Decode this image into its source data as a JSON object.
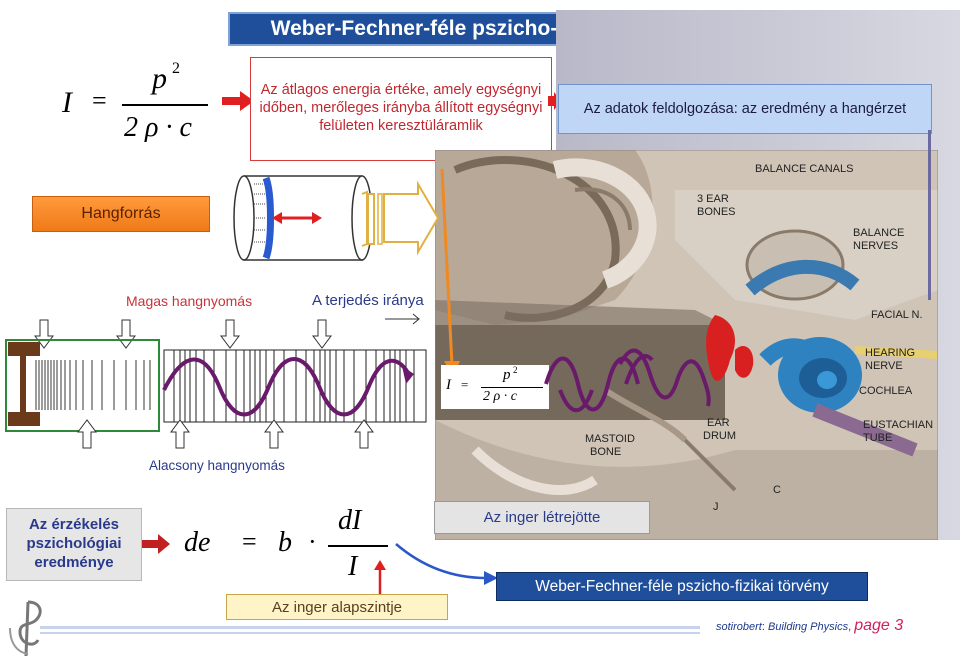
{
  "title": "Weber-Fechner-féle pszicho-fizikai törvény",
  "formula_top": {
    "lhs": "I",
    "eq": "=",
    "num": "p",
    "exp": "2",
    "den": "2 ρ · c"
  },
  "energy_box": "Az átlagos energia értéke, amely egységnyi időben, merőleges irányba állított egységnyi felületen keresztüláramlik",
  "processing_box": "Az adatok feldolgozása: az eredmény a hangérzet",
  "source_label": "Hangforrás",
  "high_pressure": "Magas hangnyomás",
  "propagation": "A terjedés iránya",
  "low_pressure": "Alacsony hangnyomás",
  "formula_small": {
    "lhs": "I",
    "eq": "=",
    "num": "p",
    "exp": "2",
    "den": "2 ρ · c"
  },
  "ear_labels": {
    "balance_canals": "BALANCE CANALS",
    "ear_bones": "3 EAR\nBONES",
    "balance_nerves": "BALANCE\nNERVES",
    "facial": "FACIAL N.",
    "hearing_nerve": "HEARING\nNERVE",
    "cochlea": "COCHLEA",
    "eustachian": "EUSTACHIAN\nTUBE",
    "ear_drum": "EAR\nDRUM",
    "mastoid": "MASTOID\nBONE",
    "j": "J",
    "c": "C"
  },
  "perception_box": "Az érzékelés pszichológiai eredménye",
  "formula_wf": {
    "de": "de",
    "eq": "=",
    "b": "b",
    "dot": "·",
    "num": "dI",
    "den": "I"
  },
  "stimulus_box": "Az inger létrejötte",
  "threshold_box": "Az inger alapszintje",
  "law_box": "Weber-Fechner-féle pszicho-fizikai törvény",
  "footer": {
    "author": "sotirobert",
    "sep": ":",
    "course": "Building Physics",
    "comma": ",",
    "page": "page 3"
  },
  "colors": {
    "title_bg": "#1f4f9a",
    "arrow_red": "#e02020",
    "wave_purple": "#6a1a6a",
    "hangforras": "#f07a18"
  }
}
